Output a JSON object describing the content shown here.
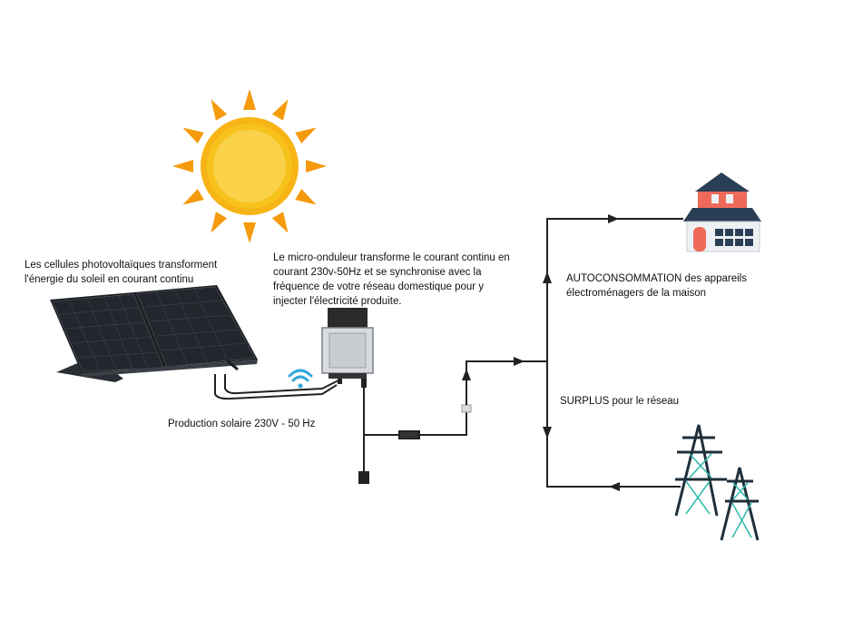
{
  "labels": {
    "panel": {
      "line1": "Les cellules photovoltaïques transforment",
      "line2": "l'énergie du soleil en courant continu"
    },
    "inverter": {
      "line1": "Le micro-onduleur transforme le courant continu en",
      "line2": "courant 230v-50Hz et se synchronise avec la",
      "line3": "fréquence de votre réseau domestique pour y",
      "line4": "injecter l'électricité produite."
    },
    "autoconsommation": {
      "line1": "AUTOCONSOMMATION des appareils",
      "line2": "électroménagers de la maison"
    },
    "surplus": "SURPLUS pour le réseau",
    "production": "Production solaire 230V - 50 Hz"
  },
  "icons": {
    "sun": "sun-icon",
    "solar_panel": "solar-panel-icon",
    "micro_inverter": "micro-inverter-icon",
    "wifi": "wifi-icon",
    "house": "house-icon",
    "pylons": "power-pylon-icon"
  },
  "colors": {
    "sun_outer": "#f8c21c",
    "sun_inner": "#f9d24a",
    "sun_rays": "#f59a0c",
    "panel": "#1c1f24",
    "wire": "#222222",
    "wifi": "#35a8dd",
    "house_roof": "#2a3f56",
    "house_wall": "#f06a5a",
    "house_base": "#eef1f4",
    "pylon": "#1f2f3b",
    "pylon_cross": "#2fb8ac"
  }
}
